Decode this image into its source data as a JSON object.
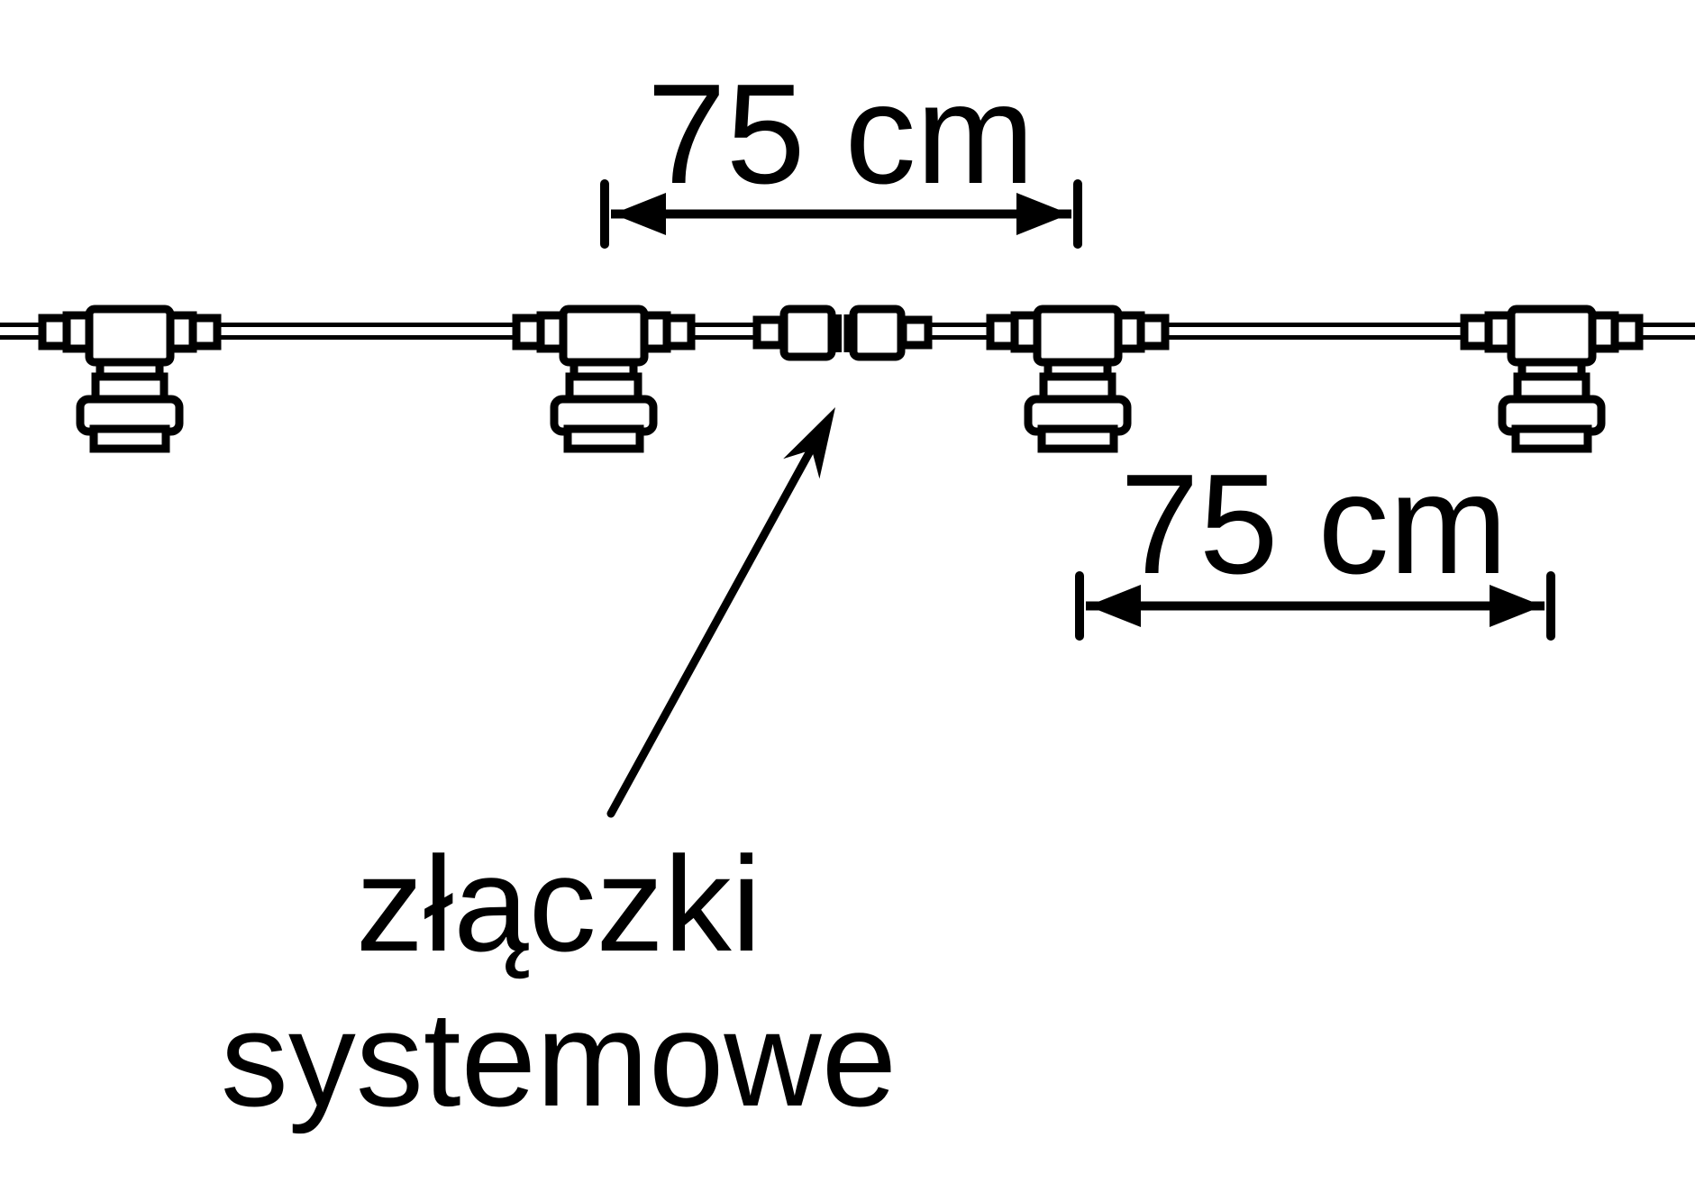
{
  "diagram": {
    "background_color": "#ffffff",
    "ink_color": "#000000",
    "dimension_top": {
      "label": "75 cm"
    },
    "dimension_bottom": {
      "label": "75 cm"
    },
    "callout": {
      "line1": "złączki",
      "line2": "systemowe"
    },
    "components": {
      "lamp_socket_count": 4,
      "system_connector_count": 2
    }
  }
}
